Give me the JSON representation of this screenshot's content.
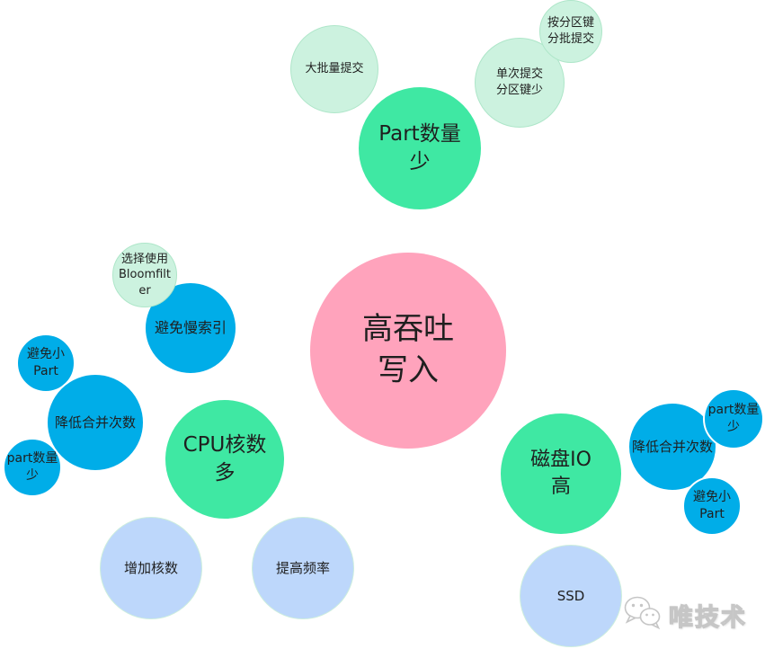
{
  "diagram": {
    "center": {
      "label": "高吞吐\n写入"
    },
    "nodes": [
      {
        "id": "part-count-few",
        "label": "Part数量\n少"
      },
      {
        "id": "bulk-commit",
        "label": "大批量提交"
      },
      {
        "id": "single-commit-few-keys",
        "label": "单次提交\n分区键少"
      },
      {
        "id": "batch-by-partition-key",
        "label": "按分区键\n分批提交"
      },
      {
        "id": "use-bloomfilter",
        "label": "选择使用\nBloomfilter"
      },
      {
        "id": "avoid-slow-index",
        "label": "避免慢索引"
      },
      {
        "id": "avoid-small-part-left",
        "label": "避免小\nPart"
      },
      {
        "id": "reduce-merge-left",
        "label": "降低合并次数"
      },
      {
        "id": "part-count-few-left",
        "label": "part数量\n少"
      },
      {
        "id": "cpu-cores-many",
        "label": "CPU核数\n多"
      },
      {
        "id": "increase-cores",
        "label": "增加核数"
      },
      {
        "id": "increase-frequency",
        "label": "提高频率"
      },
      {
        "id": "disk-io-high",
        "label": "磁盘IO\n高"
      },
      {
        "id": "reduce-merge-right",
        "label": "降低合并次数"
      },
      {
        "id": "part-count-few-right",
        "label": "part数量\n少"
      },
      {
        "id": "avoid-small-part-right",
        "label": "避免小\nPart"
      },
      {
        "id": "ssd",
        "label": "SSD"
      }
    ],
    "watermark": {
      "brand": "唯技术",
      "icon": "wechat-logo"
    }
  },
  "colors": {
    "center_pink": "#ffa3bc",
    "primary_green": "#3fe8a3",
    "light_green": "#ccf2df",
    "blue": "#00ade8",
    "light_blue": "#bdd7fb",
    "text": "#1f1f1f",
    "watermark_gray": "#c6c6c6"
  }
}
